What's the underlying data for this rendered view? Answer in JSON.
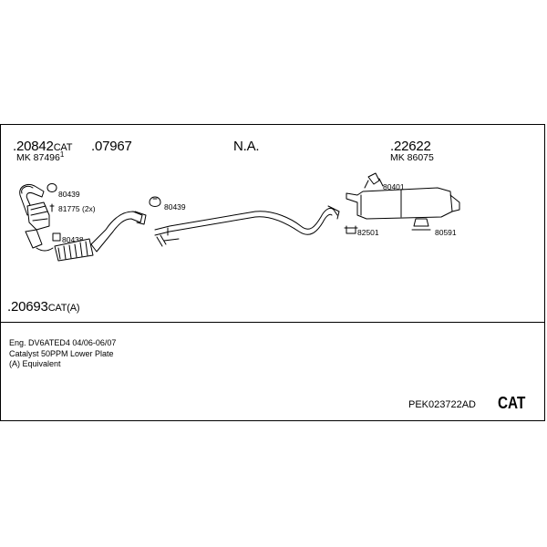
{
  "parts": {
    "catalyst_front": {
      "number": ".20842",
      "suffix": "CAT",
      "mk": "MK 87496",
      "mk_mark": "1"
    },
    "middle_pipe": {
      "number": ".07967"
    },
    "na": {
      "number": "N.A."
    },
    "rear_silencer": {
      "number": ".22622",
      "mk": "MK 86075"
    },
    "catalyst_alt": {
      "number": ".20693",
      "suffix": "CAT(A)"
    }
  },
  "callouts": {
    "c80439a": "80439",
    "c81775": "81775 (2x)",
    "c80438": "80438",
    "c80439b": "80439",
    "c80401": "80401",
    "c82501": "82501",
    "c80591": "80591"
  },
  "info": {
    "engine": "Eng. DV6ATED4   04/06-06/07",
    "catalyst": "Catalyst 50PPM Lower Plate",
    "equivalent": "(A) Equivalent"
  },
  "footer": {
    "reference": "PEK023722AD",
    "badge": "CAT"
  }
}
